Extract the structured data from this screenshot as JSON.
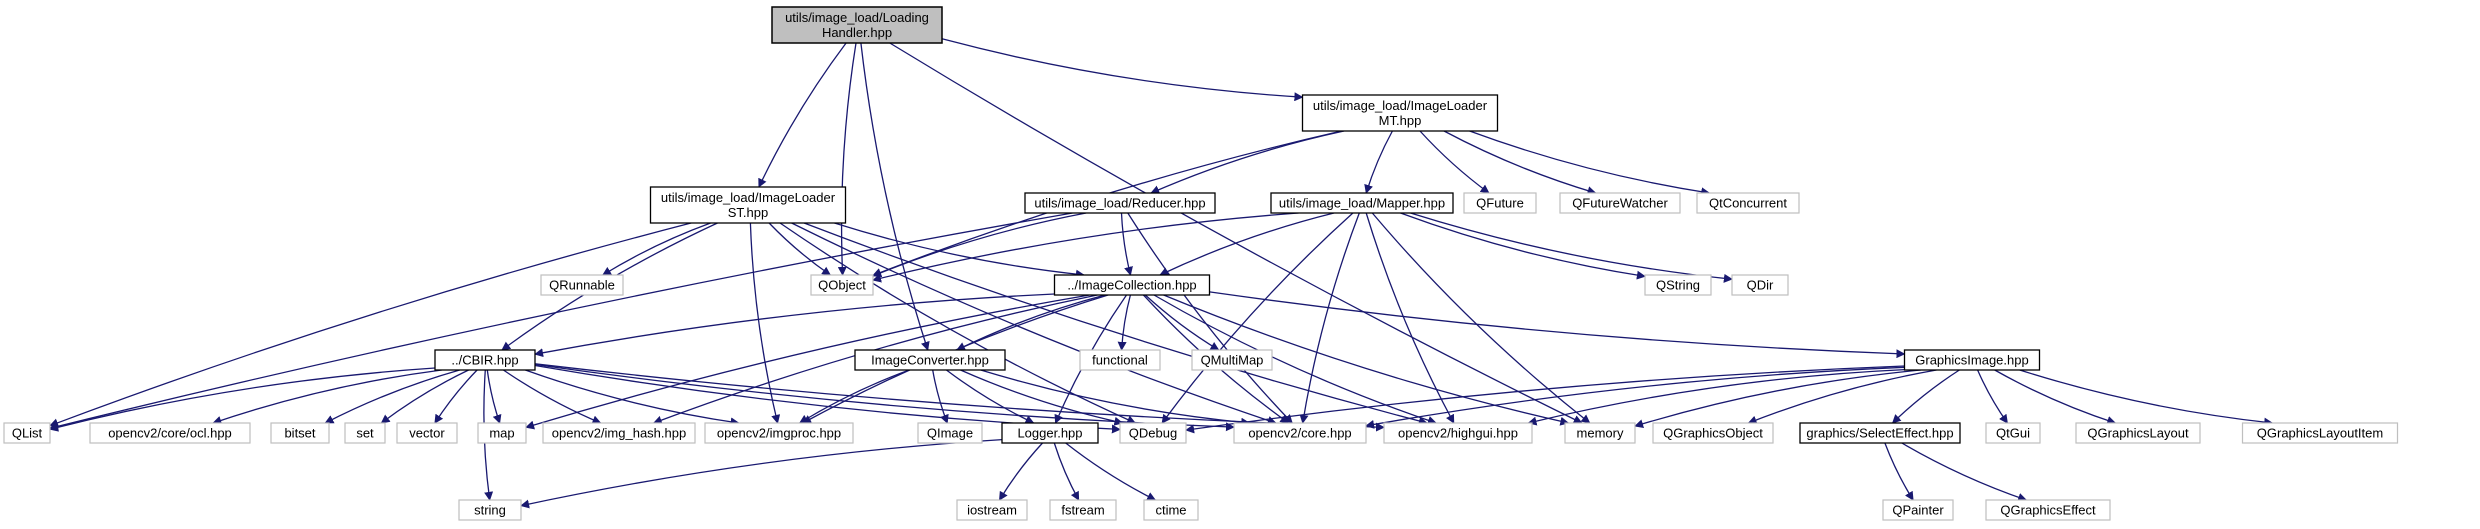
{
  "colors": {
    "edge": "#191970",
    "root_fill": "#bfbfbf",
    "external_border": "#bfbfbf",
    "node_border": "#000000"
  },
  "nodes": {
    "loadinghandler": {
      "lines": [
        "utils/image_load/Loading",
        "Handler.hpp"
      ],
      "kind": "root"
    },
    "loadermt": {
      "lines": [
        "utils/image_load/ImageLoader",
        "MT.hpp"
      ],
      "kind": "file"
    },
    "loaderst": {
      "lines": [
        "utils/image_load/ImageLoader",
        "ST.hpp"
      ],
      "kind": "file"
    },
    "reducer": {
      "lines": [
        "utils/image_load/Reducer.hpp"
      ],
      "kind": "file"
    },
    "mapper": {
      "lines": [
        "utils/image_load/Mapper.hpp"
      ],
      "kind": "file"
    },
    "qobject": {
      "lines": [
        "QObject"
      ],
      "kind": "external"
    },
    "qrunnable": {
      "lines": [
        "QRunnable"
      ],
      "kind": "external"
    },
    "qfuture": {
      "lines": [
        "QFuture"
      ],
      "kind": "external"
    },
    "qfuturewatcher": {
      "lines": [
        "QFutureWatcher"
      ],
      "kind": "external"
    },
    "qtconcurrent": {
      "lines": [
        "QtConcurrent"
      ],
      "kind": "external"
    },
    "imagecollection": {
      "lines": [
        "../ImageCollection.hpp"
      ],
      "kind": "file"
    },
    "qstring": {
      "lines": [
        "QString"
      ],
      "kind": "external"
    },
    "qdir": {
      "lines": [
        "QDir"
      ],
      "kind": "external"
    },
    "cbir": {
      "lines": [
        "../CBIR.hpp"
      ],
      "kind": "file"
    },
    "imageconverter": {
      "lines": [
        "ImageConverter.hpp"
      ],
      "kind": "file"
    },
    "functional": {
      "lines": [
        "functional"
      ],
      "kind": "external"
    },
    "qmultimap": {
      "lines": [
        "QMultiMap"
      ],
      "kind": "external"
    },
    "graphicsimage": {
      "lines": [
        "GraphicsImage.hpp"
      ],
      "kind": "file"
    },
    "qlist": {
      "lines": [
        "QList"
      ],
      "kind": "external"
    },
    "ocl": {
      "lines": [
        "opencv2/core/ocl.hpp"
      ],
      "kind": "external"
    },
    "bitset": {
      "lines": [
        "bitset"
      ],
      "kind": "external"
    },
    "set": {
      "lines": [
        "set"
      ],
      "kind": "external"
    },
    "vector": {
      "lines": [
        "vector"
      ],
      "kind": "external"
    },
    "map": {
      "lines": [
        "map"
      ],
      "kind": "external"
    },
    "imghash": {
      "lines": [
        "opencv2/img_hash.hpp"
      ],
      "kind": "external"
    },
    "imgproc": {
      "lines": [
        "opencv2/imgproc.hpp"
      ],
      "kind": "external"
    },
    "qimage": {
      "lines": [
        "QImage"
      ],
      "kind": "external"
    },
    "logger": {
      "lines": [
        "Logger.hpp"
      ],
      "kind": "file"
    },
    "qdebug": {
      "lines": [
        "QDebug"
      ],
      "kind": "external"
    },
    "core": {
      "lines": [
        "opencv2/core.hpp"
      ],
      "kind": "external"
    },
    "highgui": {
      "lines": [
        "opencv2/highgui.hpp"
      ],
      "kind": "external"
    },
    "memory": {
      "lines": [
        "memory"
      ],
      "kind": "external"
    },
    "qgraphicsobject": {
      "lines": [
        "QGraphicsObject"
      ],
      "kind": "external"
    },
    "selecteffect": {
      "lines": [
        "graphics/SelectEffect.hpp"
      ],
      "kind": "file"
    },
    "qtgui": {
      "lines": [
        "QtGui"
      ],
      "kind": "external"
    },
    "qgraphicslayout": {
      "lines": [
        "QGraphicsLayout"
      ],
      "kind": "external"
    },
    "qgraphicslayoutitem": {
      "lines": [
        "QGraphicsLayoutItem"
      ],
      "kind": "external"
    },
    "string": {
      "lines": [
        "string"
      ],
      "kind": "external"
    },
    "iostream": {
      "lines": [
        "iostream"
      ],
      "kind": "external"
    },
    "fstream": {
      "lines": [
        "fstream"
      ],
      "kind": "external"
    },
    "ctime": {
      "lines": [
        "ctime"
      ],
      "kind": "external"
    },
    "qpainter": {
      "lines": [
        "QPainter"
      ],
      "kind": "external"
    },
    "qgraphicseffect": {
      "lines": [
        "QGraphicsEffect"
      ],
      "kind": "external"
    }
  },
  "edges": [
    [
      "loadinghandler",
      "loadermt"
    ],
    [
      "loadinghandler",
      "loaderst"
    ],
    [
      "loadinghandler",
      "qobject"
    ],
    [
      "loadinghandler",
      "imageconverter"
    ],
    [
      "loadinghandler",
      "memory"
    ],
    [
      "loadermt",
      "qobject"
    ],
    [
      "loadermt",
      "reducer"
    ],
    [
      "loadermt",
      "mapper"
    ],
    [
      "loadermt",
      "qfuture"
    ],
    [
      "loadermt",
      "qfuturewatcher"
    ],
    [
      "loadermt",
      "qtconcurrent"
    ],
    [
      "loaderst",
      "qobject"
    ],
    [
      "loaderst",
      "qrunnable"
    ],
    [
      "loaderst",
      "imagecollection"
    ],
    [
      "loaderst",
      "cbir"
    ],
    [
      "loaderst",
      "qlist"
    ],
    [
      "loaderst",
      "imgproc"
    ],
    [
      "loaderst",
      "qdebug"
    ],
    [
      "loaderst",
      "core"
    ],
    [
      "loaderst",
      "highgui"
    ],
    [
      "reducer",
      "qobject"
    ],
    [
      "reducer",
      "imagecollection"
    ],
    [
      "reducer",
      "qlist"
    ],
    [
      "reducer",
      "core"
    ],
    [
      "mapper",
      "qobject"
    ],
    [
      "mapper",
      "imagecollection"
    ],
    [
      "mapper",
      "qstring"
    ],
    [
      "mapper",
      "qdir"
    ],
    [
      "mapper",
      "qdebug"
    ],
    [
      "mapper",
      "core"
    ],
    [
      "mapper",
      "highgui"
    ],
    [
      "mapper",
      "memory"
    ],
    [
      "imagecollection",
      "cbir"
    ],
    [
      "imagecollection",
      "imageconverter"
    ],
    [
      "imagecollection",
      "functional"
    ],
    [
      "imagecollection",
      "qmultimap"
    ],
    [
      "imagecollection",
      "graphicsimage"
    ],
    [
      "imagecollection",
      "logger"
    ],
    [
      "imagecollection",
      "map"
    ],
    [
      "imagecollection",
      "imghash"
    ],
    [
      "imagecollection",
      "imgproc"
    ],
    [
      "imagecollection",
      "core"
    ],
    [
      "imagecollection",
      "highgui"
    ],
    [
      "imagecollection",
      "memory"
    ],
    [
      "cbir",
      "qlist"
    ],
    [
      "cbir",
      "ocl"
    ],
    [
      "cbir",
      "bitset"
    ],
    [
      "cbir",
      "set"
    ],
    [
      "cbir",
      "vector"
    ],
    [
      "cbir",
      "map"
    ],
    [
      "cbir",
      "imghash"
    ],
    [
      "cbir",
      "imgproc"
    ],
    [
      "cbir",
      "qdebug"
    ],
    [
      "cbir",
      "core"
    ],
    [
      "cbir",
      "highgui"
    ],
    [
      "cbir",
      "string"
    ],
    [
      "imageconverter",
      "imgproc"
    ],
    [
      "imageconverter",
      "qimage"
    ],
    [
      "imageconverter",
      "logger"
    ],
    [
      "imageconverter",
      "qdebug"
    ],
    [
      "imageconverter",
      "core"
    ],
    [
      "graphicsimage",
      "qdebug"
    ],
    [
      "graphicsimage",
      "core"
    ],
    [
      "graphicsimage",
      "highgui"
    ],
    [
      "graphicsimage",
      "memory"
    ],
    [
      "graphicsimage",
      "qgraphicsobject"
    ],
    [
      "graphicsimage",
      "selecteffect"
    ],
    [
      "graphicsimage",
      "qtgui"
    ],
    [
      "graphicsimage",
      "qgraphicslayout"
    ],
    [
      "graphicsimage",
      "qgraphicslayoutitem"
    ],
    [
      "logger",
      "string"
    ],
    [
      "logger",
      "iostream"
    ],
    [
      "logger",
      "fstream"
    ],
    [
      "logger",
      "ctime"
    ],
    [
      "selecteffect",
      "qpainter"
    ],
    [
      "selecteffect",
      "qgraphicseffect"
    ]
  ]
}
